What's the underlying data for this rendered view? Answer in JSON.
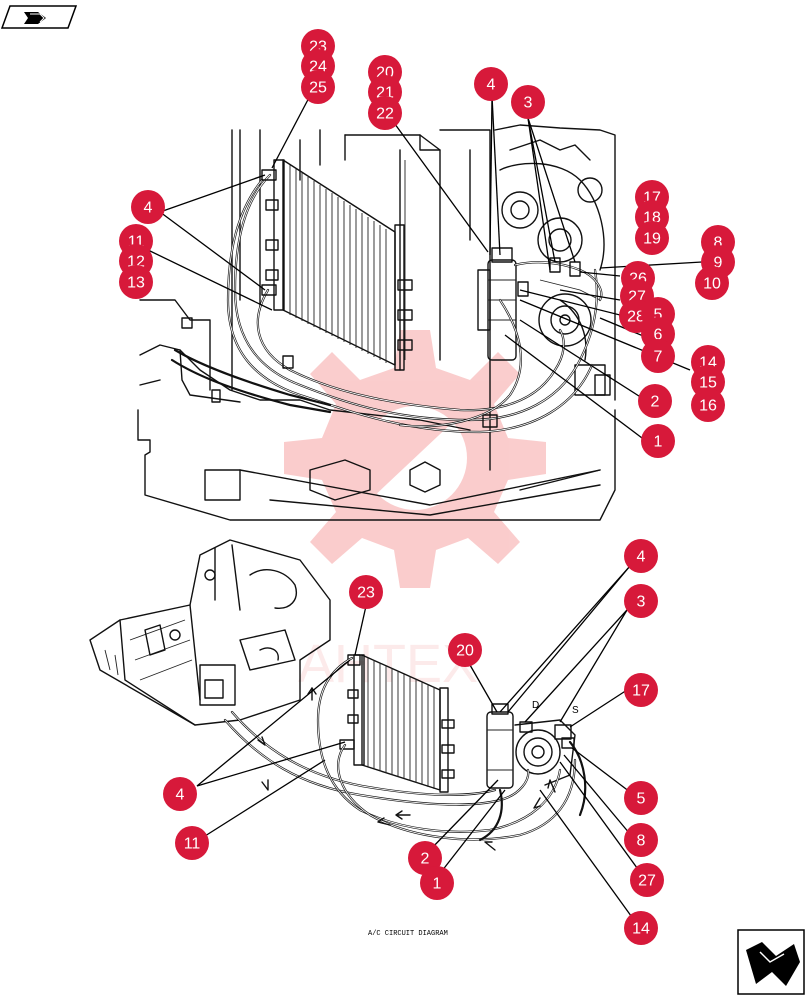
{
  "caption": "A/C CIRCUIT DIAGRAM",
  "port_labels": {
    "discharge": "D",
    "suction": "S"
  },
  "watermark": {
    "text": "АНТЕХ",
    "color": "#f06262"
  },
  "colors": {
    "callout": "#d7193a",
    "callout_text": "#ffffff",
    "line_art": "#111111"
  },
  "icons": {
    "top_left": "flip-page-icon",
    "bottom_right": "next-page-icon"
  },
  "callouts_top": [
    "23",
    "24",
    "25",
    "20",
    "21",
    "22",
    "4",
    "3",
    "4",
    "17",
    "18",
    "19",
    "11",
    "12",
    "13",
    "8",
    "9",
    "10",
    "26",
    "27",
    "28",
    "5",
    "6",
    "7",
    "14",
    "15",
    "16",
    "2",
    "1"
  ],
  "callouts_bottom": [
    "23",
    "20",
    "4",
    "3",
    "17",
    "4",
    "5",
    "11",
    "8",
    "27",
    "2",
    "1",
    "14"
  ]
}
